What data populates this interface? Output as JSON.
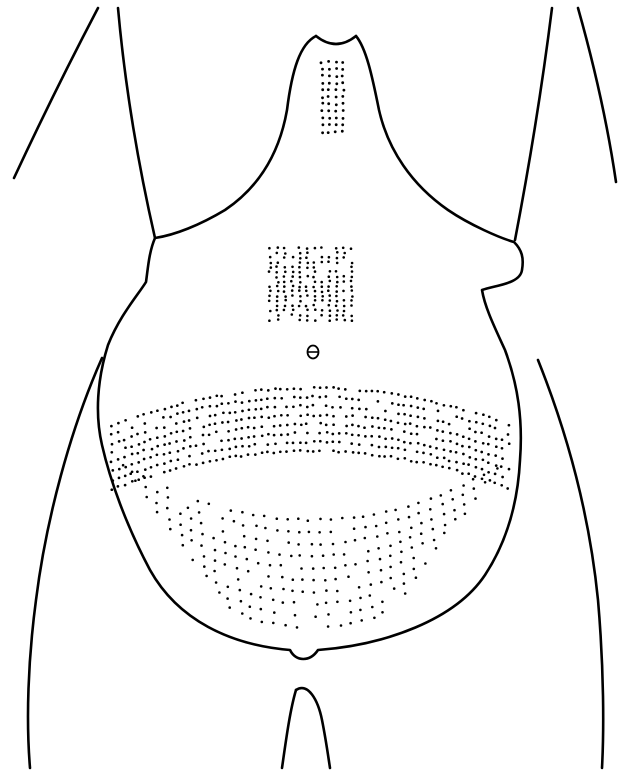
{
  "figure": {
    "subject": "torso-outline-with-stippled-regions",
    "line_color": "#000000",
    "background_color": "#ffffff",
    "stipple_regions": [
      "sternal-column",
      "epigastric-grid",
      "lower-abdomen-arcs"
    ]
  }
}
